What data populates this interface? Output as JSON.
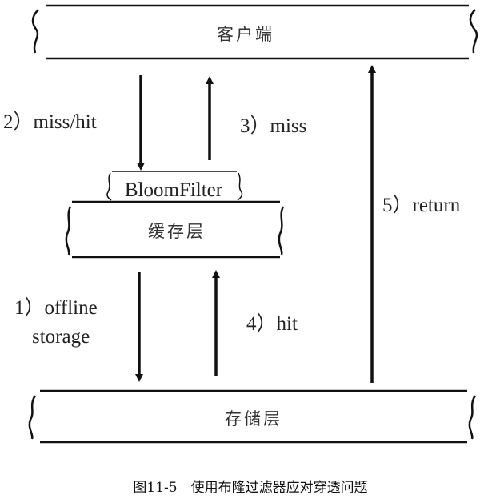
{
  "boxes": {
    "client": "客户端",
    "cache": "缓存层",
    "storage": "存储层",
    "bloom_filter": "BloomFilter"
  },
  "arrows": {
    "miss_hit": "2）miss/hit",
    "miss": "3）miss",
    "return": "5）return",
    "offline_line1": "1）offline",
    "offline_line2": "storage",
    "hit": "4）hit"
  },
  "caption": "图11-5　使用布隆过滤器应对穿透问题"
}
